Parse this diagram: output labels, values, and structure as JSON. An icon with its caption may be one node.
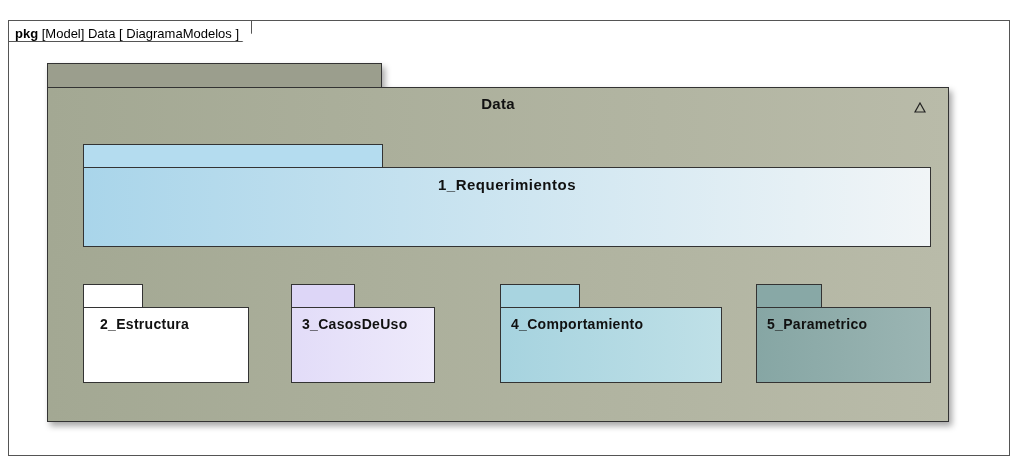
{
  "diagram": {
    "nodes": [
      {
        "text": [
          "**pkg** [Model] Data [ DiagramaModelos ]"
        ]
      },
      {
        "text": [
          "Data"
        ],
        "in": 0
      },
      {
        "text": [
          "1_Requerimientos"
        ],
        "in": 1
      },
      {
        "text": [
          "2_Estructura"
        ],
        "in": 1
      },
      {
        "text": [
          "3_CasosDeUso"
        ],
        "in": 1
      },
      {
        "text": [
          "4_Comportamiento"
        ],
        "in": 1
      },
      {
        "text": [
          "5_Parametrico"
        ],
        "in": 1
      }
    ]
  }
}
